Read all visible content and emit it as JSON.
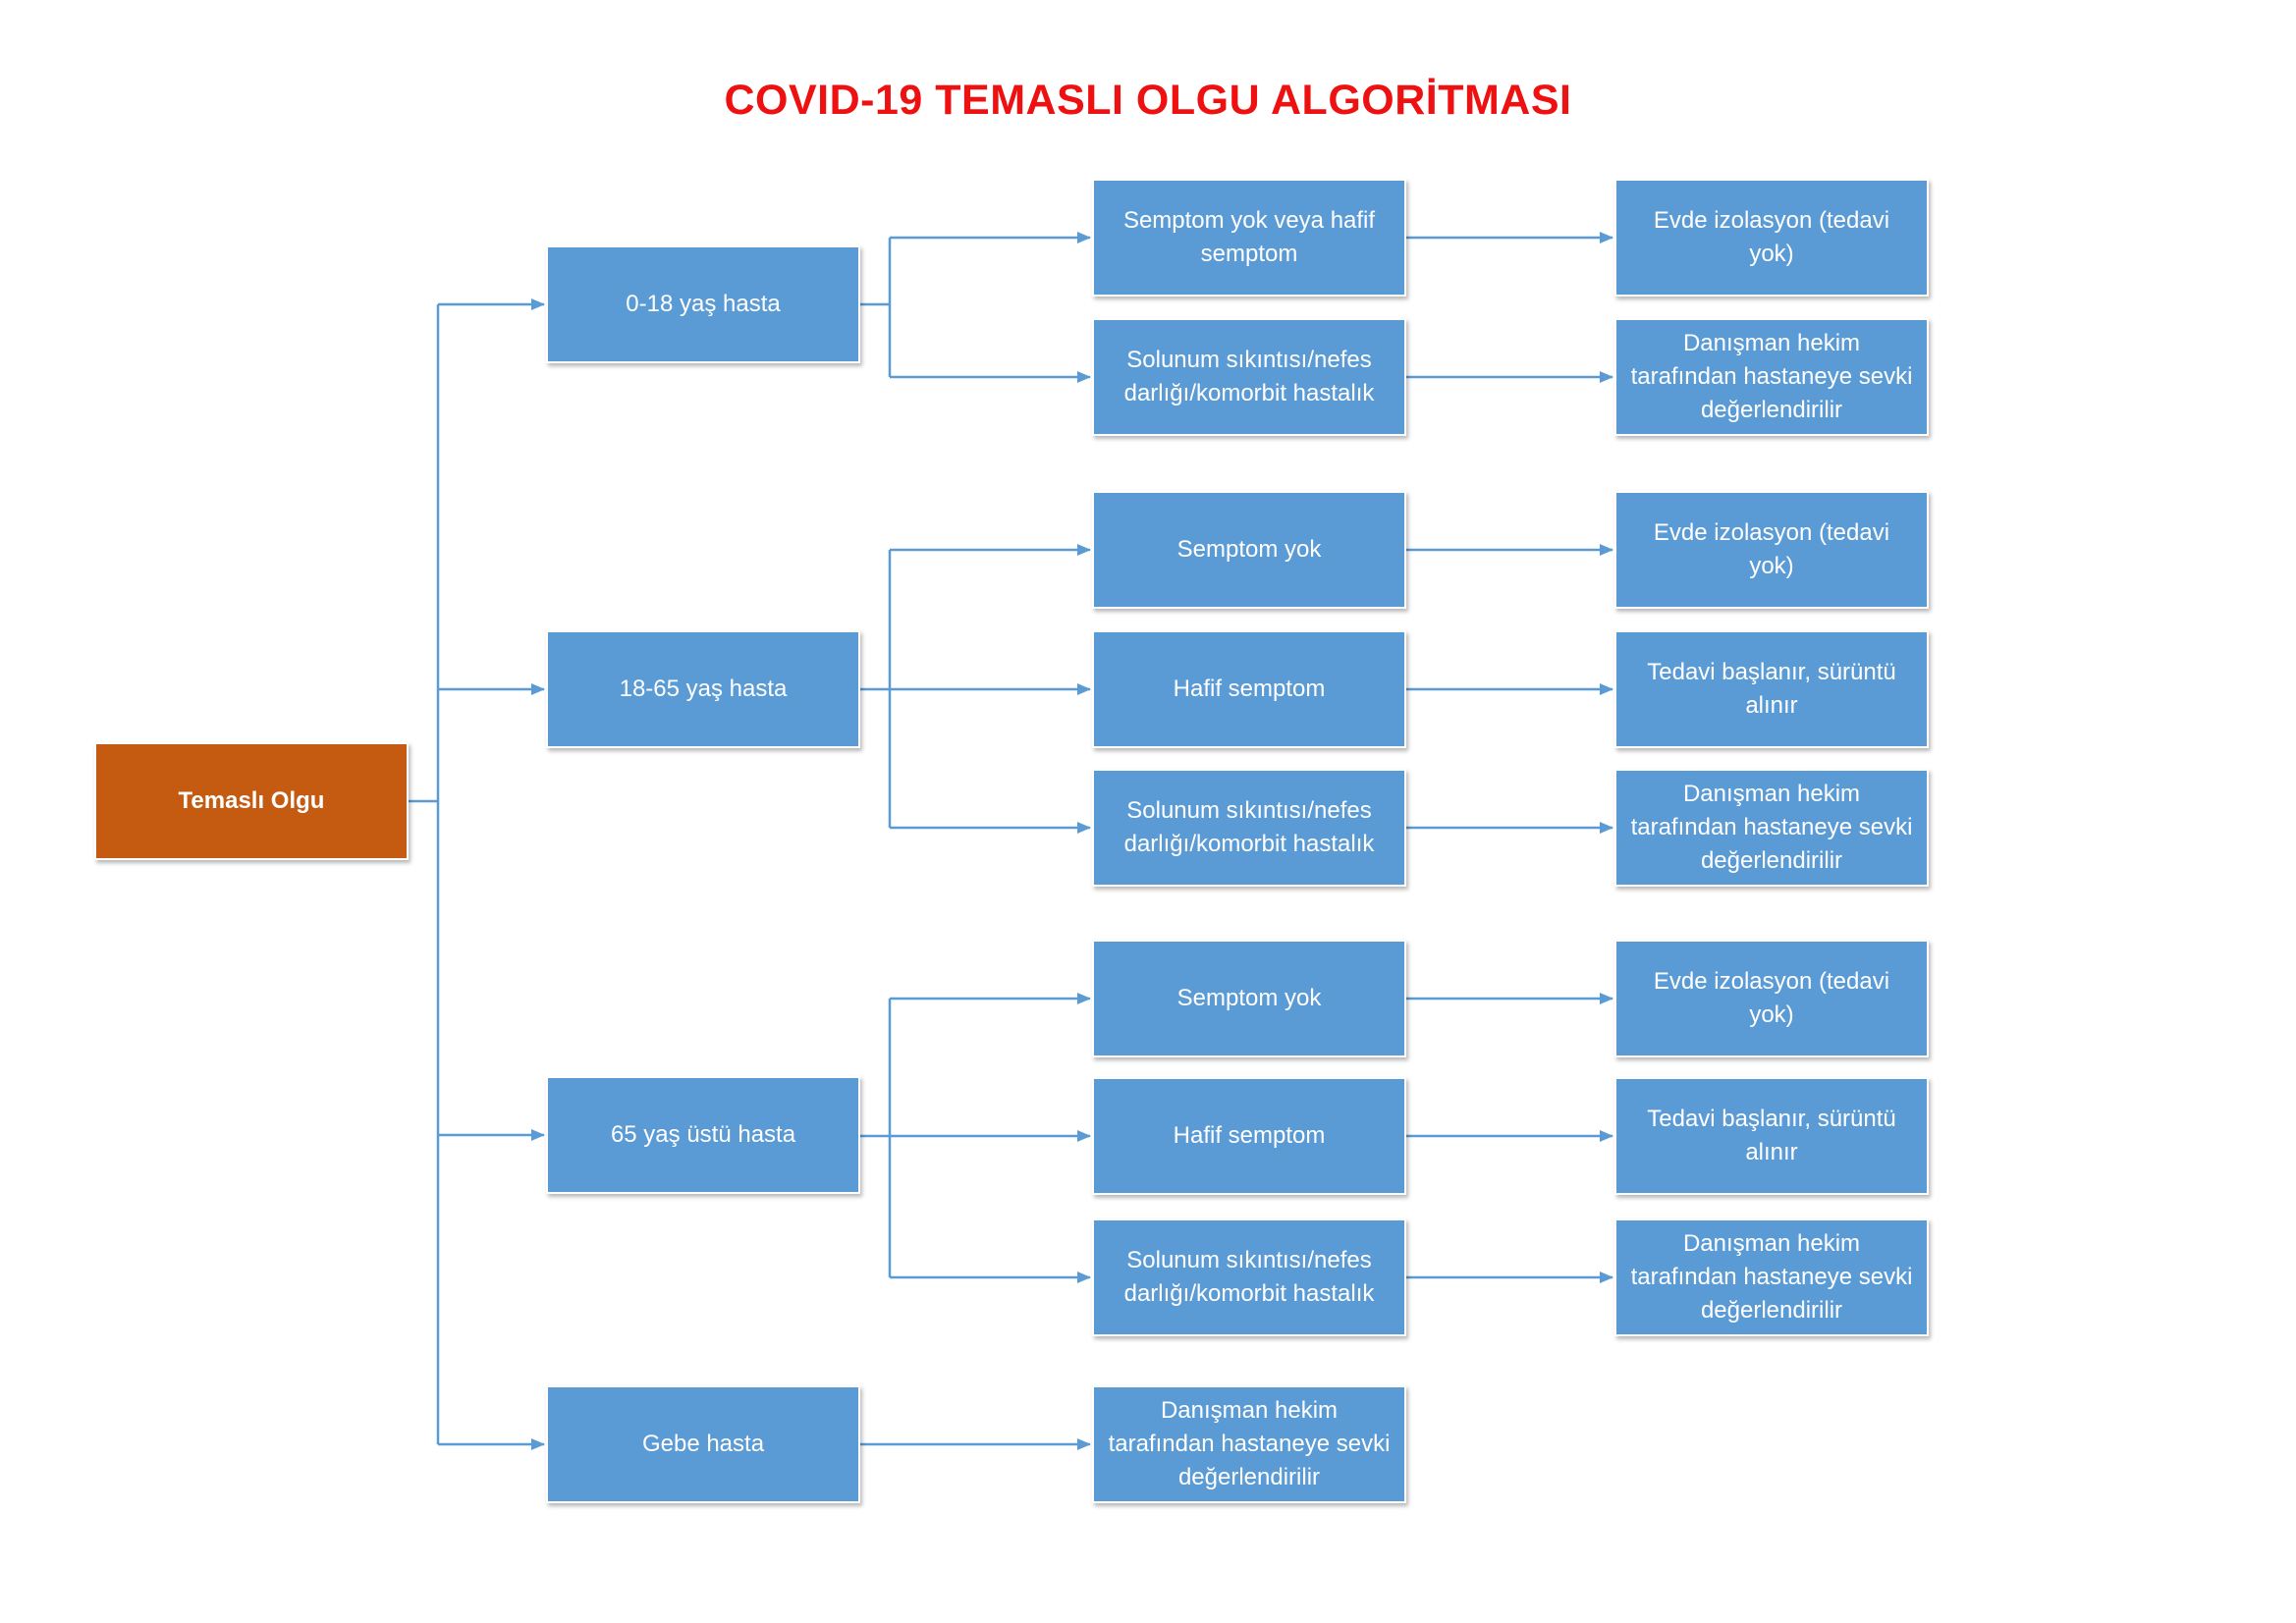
{
  "title": "COVID-19 TEMASLI OLGU ALGORİTMASI",
  "colors": {
    "title": "#ee1111",
    "root_fill": "#c55a11",
    "node_fill": "#5b9bd5",
    "node_text": "#ffffff",
    "connector": "#5b9bd5"
  },
  "root": {
    "label": "Temaslı Olgu"
  },
  "groups": [
    {
      "label": "0-18 yaş hasta",
      "branches": [
        {
          "condition": "Semptom yok veya hafif semptom",
          "action": "Evde izolasyon (tedavi yok)"
        },
        {
          "condition": "Solunum sıkıntısı/nefes darlığı/komorbit hastalık",
          "action": "Danışman hekim tarafından hastaneye sevki değerlendirilir"
        }
      ]
    },
    {
      "label": "18-65 yaş hasta",
      "branches": [
        {
          "condition": "Semptom yok",
          "action": "Evde izolasyon (tedavi yok)"
        },
        {
          "condition": "Hafif semptom",
          "action": "Tedavi başlanır, sürüntü alınır"
        },
        {
          "condition": "Solunum sıkıntısı/nefes darlığı/komorbit hastalık",
          "action": "Danışman hekim tarafından hastaneye sevki değerlendirilir"
        }
      ]
    },
    {
      "label": "65 yaş üstü hasta",
      "branches": [
        {
          "condition": "Semptom yok",
          "action": "Evde izolasyon (tedavi yok)"
        },
        {
          "condition": "Hafif semptom",
          "action": "Tedavi başlanır, sürüntü alınır"
        },
        {
          "condition": "Solunum sıkıntısı/nefes darlığı/komorbit hastalık",
          "action": "Danışman hekim tarafından hastaneye sevki değerlendirilir"
        }
      ]
    },
    {
      "label": "Gebe hasta",
      "branches": [
        {
          "condition": "Danışman hekim tarafından hastaneye sevki değerlendirilir"
        }
      ]
    }
  ]
}
